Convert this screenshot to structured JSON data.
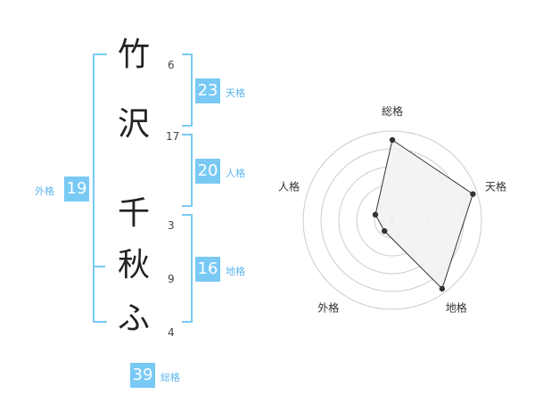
{
  "name": {
    "characters": [
      {
        "char": "竹",
        "strokes": "6"
      },
      {
        "char": "沢",
        "strokes": "17"
      },
      {
        "char": "千",
        "strokes": "3"
      },
      {
        "char": "秋",
        "strokes": "9"
      },
      {
        "char": "ふ",
        "strokes": "4"
      }
    ]
  },
  "fortunes": {
    "tenkaku": {
      "value": "23",
      "label": "天格"
    },
    "jinkaku": {
      "value": "20",
      "label": "人格"
    },
    "chikaku": {
      "value": "16",
      "label": "地格"
    },
    "gaikaku": {
      "value": "19",
      "label": "外格"
    },
    "soukaku": {
      "value": "39",
      "label": "総格"
    }
  },
  "radar": {
    "axes": [
      "総格",
      "天格",
      "地格",
      "外格",
      "人格"
    ],
    "values": [
      0.9,
      0.95,
      0.95,
      0.15,
      0.2
    ],
    "rings": 5,
    "colors": {
      "fill": "#f2f2f2",
      "line": "#333333",
      "grid": "#cccccc"
    }
  }
}
